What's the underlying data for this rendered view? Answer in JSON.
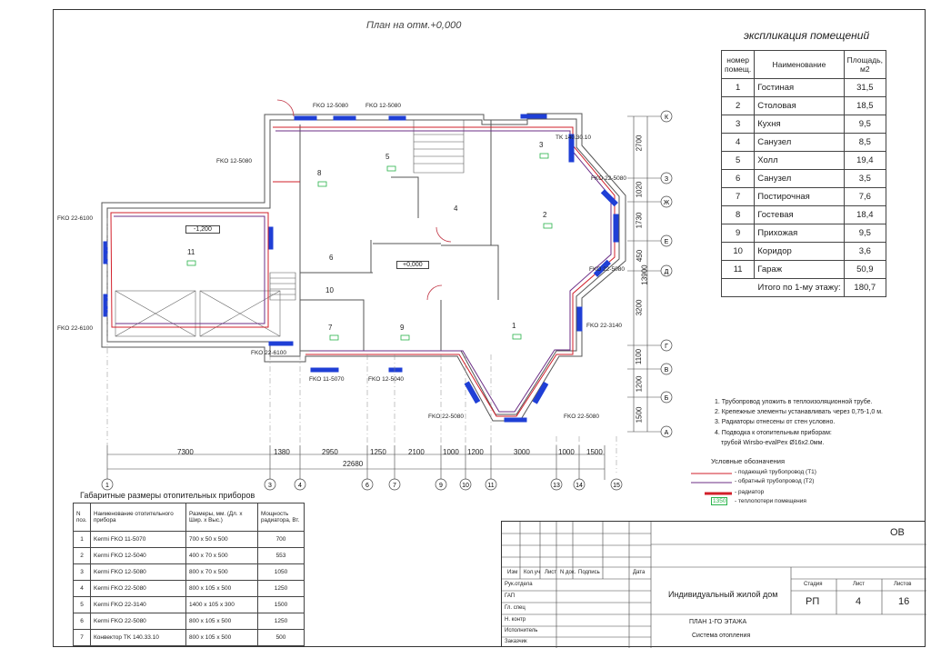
{
  "plan": {
    "title": "План на отм.+0,000",
    "level_marks": [
      "-1,200",
      "+0,000"
    ],
    "room_numbers": [
      "1",
      "2",
      "3",
      "4",
      "5",
      "6",
      "7",
      "8",
      "9",
      "10",
      "11"
    ],
    "dimensions_bottom": [
      "7300",
      "1380",
      "2950",
      "1250",
      "2100",
      "1000",
      "1200",
      "3000",
      "1000",
      "1500"
    ],
    "total_bottom": "22680",
    "dimensions_right": [
      "2700",
      "1020",
      "1730",
      "450",
      "3200",
      "1100",
      "1200",
      "1500"
    ],
    "total_right": "13900",
    "axes_bottom": [
      "1",
      "3",
      "4",
      "6",
      "7",
      "9",
      "10",
      "11",
      "13",
      "14",
      "15"
    ],
    "axes_right": [
      "К",
      "З",
      "Ж",
      "Е",
      "Д",
      "Г",
      "В",
      "Б",
      "А"
    ],
    "radiator_labels": [
      "FKO 12-5080",
      "FKO 12-5080",
      "FKO 12-5080",
      "TK 140.30.10",
      "FKO 22-5080",
      "FKO 22-5080",
      "FKO 22-3140",
      "FKO 22-5080",
      "FKO 22-5080",
      "FKO 12-5040",
      "FKO 11-5070",
      "FKO 22-6100",
      "FKO 22-6100",
      "FKO 22-6100"
    ]
  },
  "explication": {
    "title": "экспликация помещений",
    "headers": [
      "номер помещ.",
      "Наименование",
      "Площадь, м2"
    ],
    "rows": [
      [
        "1",
        "Гостиная",
        "31,5"
      ],
      [
        "2",
        "Столовая",
        "18,5"
      ],
      [
        "3",
        "Кухня",
        "9,5"
      ],
      [
        "4",
        "Санузел",
        "8,5"
      ],
      [
        "5",
        "Холл",
        "19,4"
      ],
      [
        "6",
        "Санузел",
        "3,5"
      ],
      [
        "7",
        "Постирочная",
        "7,6"
      ],
      [
        "8",
        "Гостевая",
        "18,4"
      ],
      [
        "9",
        "Прихожая",
        "9,5"
      ],
      [
        "10",
        "Коридор",
        "3,6"
      ],
      [
        "11",
        "Гараж",
        "50,9"
      ]
    ],
    "total_label": "Итого по 1-му этажу:",
    "total_value": "180,7"
  },
  "notes": [
    "1. Трубопровод уложить в теплоизоляционной трубе.",
    "2. Крепежные элементы устанавливать через 0,75-1,0 м.",
    "3. Радиаторы отнесены от стен условно.",
    "4. Подводка к отопительным приборам:",
    "трубой Wirsbo-evalPex Ø16х2.0мм."
  ],
  "legend": {
    "title": "Условные обозначения",
    "items": [
      "- подающий трубопровод (Т1)",
      "- обратный трубопровод (Т2)",
      "- радиатор",
      "- теплопотери помещения"
    ],
    "heat_sample": "1350"
  },
  "devices": {
    "title": "Габаритные размеры отопительных приборов",
    "headers": [
      "N поз.",
      "Наименование отопительного прибора",
      "Размеры, мм. (Дл. х Шир. х Выс.)",
      "Мощность радиатора, Вт."
    ],
    "rows": [
      [
        "1",
        "Kermi FKO 11-5070",
        "700 x 50 x 500",
        "700"
      ],
      [
        "2",
        "Kermi FKO 12-5040",
        "400 x 70 x 500",
        "553"
      ],
      [
        "3",
        "Kermi FKO 12-5080",
        "800 x 70 x 500",
        "1050"
      ],
      [
        "4",
        "Kermi FKO 22-5080",
        "800 x 105 x 500",
        "1250"
      ],
      [
        "5",
        "Kermi FKO 22-3140",
        "1400 x 105 x 300",
        "1500"
      ],
      [
        "6",
        "Kermi FKO 22-5080",
        "800 x 105 x 500",
        "1250"
      ],
      [
        "7",
        "Конвектор TK 140.33.10",
        "800 x 105 x 500",
        "500"
      ]
    ]
  },
  "stamp": {
    "code": "ОВ",
    "headers": [
      "Изм",
      "Кол.уч",
      "Лист",
      "N док.",
      "Подпись",
      "Дата"
    ],
    "roles": [
      "Рук.отдела",
      "ГАП",
      "Гл. спец",
      "Н. контр",
      "Исполнитель",
      "Заказчик"
    ],
    "project": "Индивидуальный жилой дом",
    "sheet_title": "ПЛАН 1-ГО ЭТАЖА",
    "system": "Система отопления",
    "stage_label": "Стадия",
    "sheet_label": "Лист",
    "sheets_label": "Листов",
    "stage": "РП",
    "sheet": "4",
    "sheets": "16"
  },
  "colors": {
    "supply": "#d21f2a",
    "return": "#6b2d86",
    "radiator": "#1f3fd6",
    "heat_loss": "#29b34a"
  }
}
